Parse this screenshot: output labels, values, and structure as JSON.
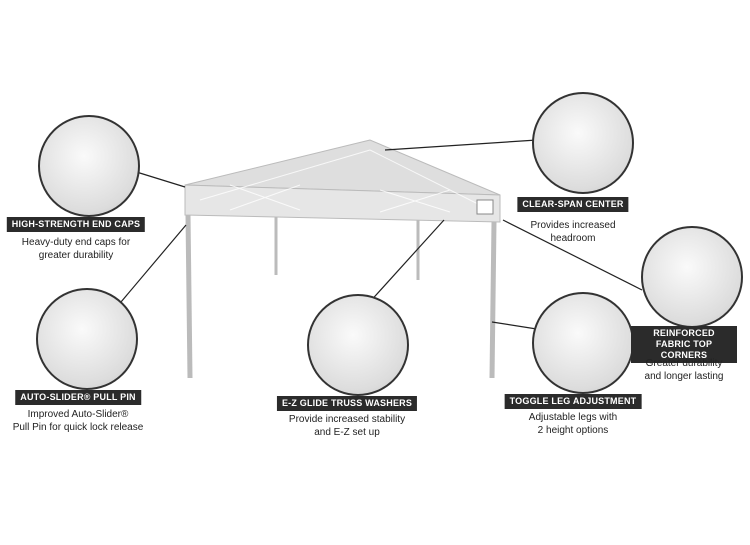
{
  "features": [
    {
      "title": "HIGH-STRENGTH END CAPS",
      "lines": [
        "Heavy-duty end caps for",
        "greater durability"
      ]
    },
    {
      "title": "AUTO-SLIDER® PULL PIN",
      "lines": [
        "Improved Auto-Slider®",
        "Pull Pin for quick lock release"
      ]
    },
    {
      "title": "E-Z GLIDE TRUSS WASHERS",
      "lines": [
        "Provide increased stability",
        "and E-Z set up"
      ]
    },
    {
      "title": "TOGGLE LEG ADJUSTMENT",
      "lines": [
        "Adjustable legs with",
        "2 height options"
      ]
    },
    {
      "title": "CLEAR-SPAN CENTER",
      "lines": [
        "Provides increased",
        "headroom"
      ]
    },
    {
      "title": "REINFORCED FABRIC TOP CORNERS",
      "lines": [
        "Greater durability",
        "and longer lasting"
      ]
    }
  ]
}
